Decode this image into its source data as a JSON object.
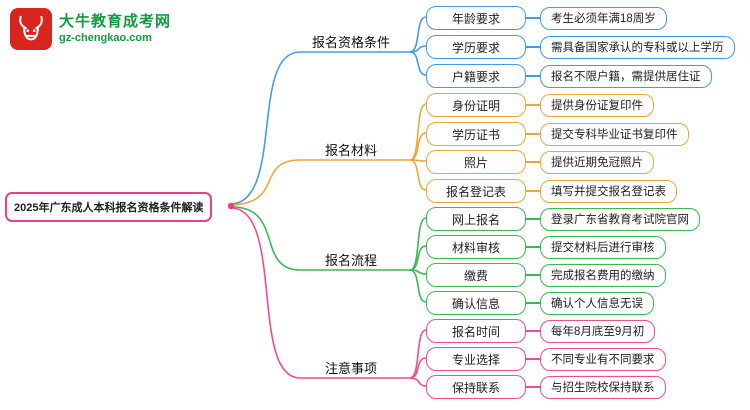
{
  "logo": {
    "icon": "bull-icon",
    "site_name": "大牛教育成考网",
    "site_url": "gz-chengkao.com",
    "brand_red": "#d8261e",
    "brand_green": "#149b42"
  },
  "root": {
    "title": "2025年广东成人本科报名资格条件解读",
    "border_color": "#ed3f84"
  },
  "branches": [
    {
      "label": "报名资格条件",
      "color": "#459be5",
      "items": [
        {
          "label": "年龄要求",
          "value": "考生必须年满18周岁"
        },
        {
          "label": "学历要求",
          "value": "需具备国家承认的专科或以上学历"
        },
        {
          "label": "户籍要求",
          "value": "报名不限户籍，需提供居住证"
        }
      ]
    },
    {
      "label": "报名材料",
      "color": "#e9a83e",
      "items": [
        {
          "label": "身份证明",
          "value": "提供身份证复印件"
        },
        {
          "label": "学历证书",
          "value": "提交专科毕业证书复印件"
        },
        {
          "label": "照片",
          "value": "提供近期免冠照片"
        },
        {
          "label": "报名登记表",
          "value": "填写并提交报名登记表"
        }
      ]
    },
    {
      "label": "报名流程",
      "color": "#3cb853",
      "items": [
        {
          "label": "网上报名",
          "value": "登录广东省教育考试院官网"
        },
        {
          "label": "材料审核",
          "value": "提交材料后进行审核"
        },
        {
          "label": "缴费",
          "value": "完成报名费用的缴纳"
        },
        {
          "label": "确认信息",
          "value": "确认个人信息无误"
        }
      ]
    },
    {
      "label": "注意事项",
      "color": "#ee4d92",
      "items": [
        {
          "label": "报名时间",
          "value": "每年8月底至9月初"
        },
        {
          "label": "专业选择",
          "value": "不同专业有不同要求"
        },
        {
          "label": "保持联系",
          "value": "与招生院校保持联系"
        }
      ]
    }
  ]
}
